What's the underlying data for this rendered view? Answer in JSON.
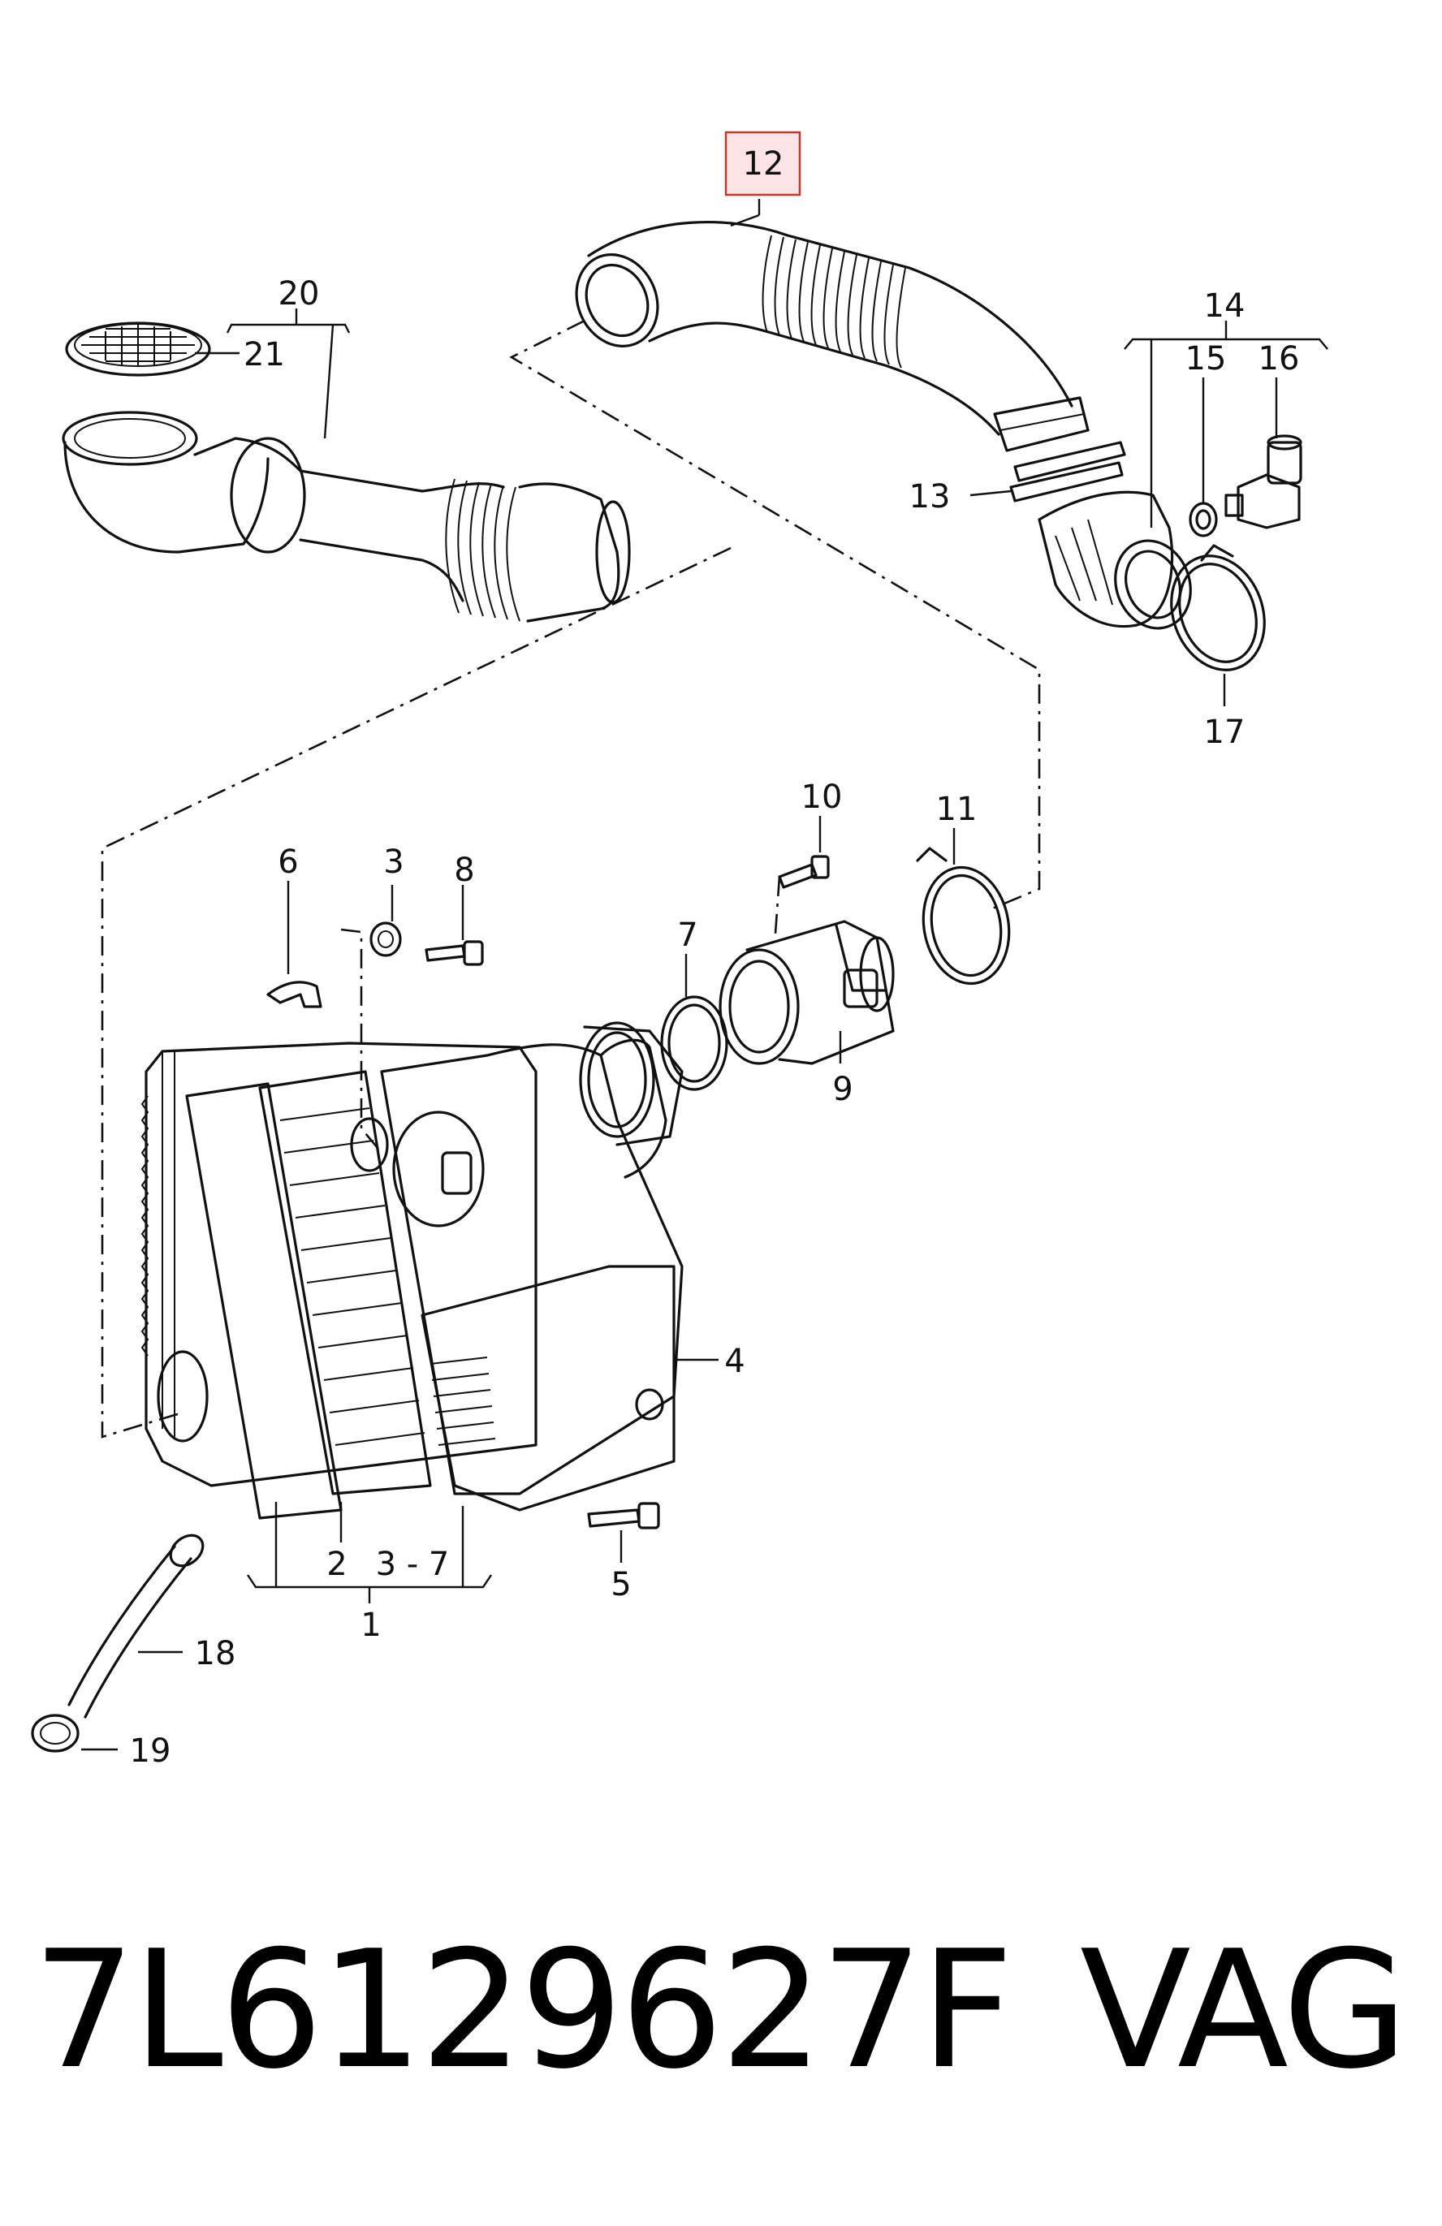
{
  "diagram": {
    "callouts": [
      {
        "id": "c1",
        "text": "1"
      },
      {
        "id": "c2",
        "text": "2"
      },
      {
        "id": "c3-7",
        "text": "3 - 7"
      },
      {
        "id": "c3",
        "text": "3"
      },
      {
        "id": "c4",
        "text": "4"
      },
      {
        "id": "c5",
        "text": "5"
      },
      {
        "id": "c6",
        "text": "6"
      },
      {
        "id": "c7",
        "text": "7"
      },
      {
        "id": "c8",
        "text": "8"
      },
      {
        "id": "c9",
        "text": "9"
      },
      {
        "id": "c10",
        "text": "10"
      },
      {
        "id": "c11",
        "text": "11"
      },
      {
        "id": "c12",
        "text": "12"
      },
      {
        "id": "c13",
        "text": "13"
      },
      {
        "id": "c14",
        "text": "14"
      },
      {
        "id": "c15",
        "text": "15"
      },
      {
        "id": "c16",
        "text": "16"
      },
      {
        "id": "c17",
        "text": "17"
      },
      {
        "id": "c18",
        "text": "18"
      },
      {
        "id": "c19",
        "text": "19"
      },
      {
        "id": "c20",
        "text": "20"
      },
      {
        "id": "c21",
        "text": "21"
      }
    ],
    "highlighted_callout": "12",
    "highlight_color": "#fbe3e6",
    "highlight_border_color": "#c0392b"
  },
  "footer": {
    "part_number": "7L6129627F",
    "brand": "VAG"
  }
}
